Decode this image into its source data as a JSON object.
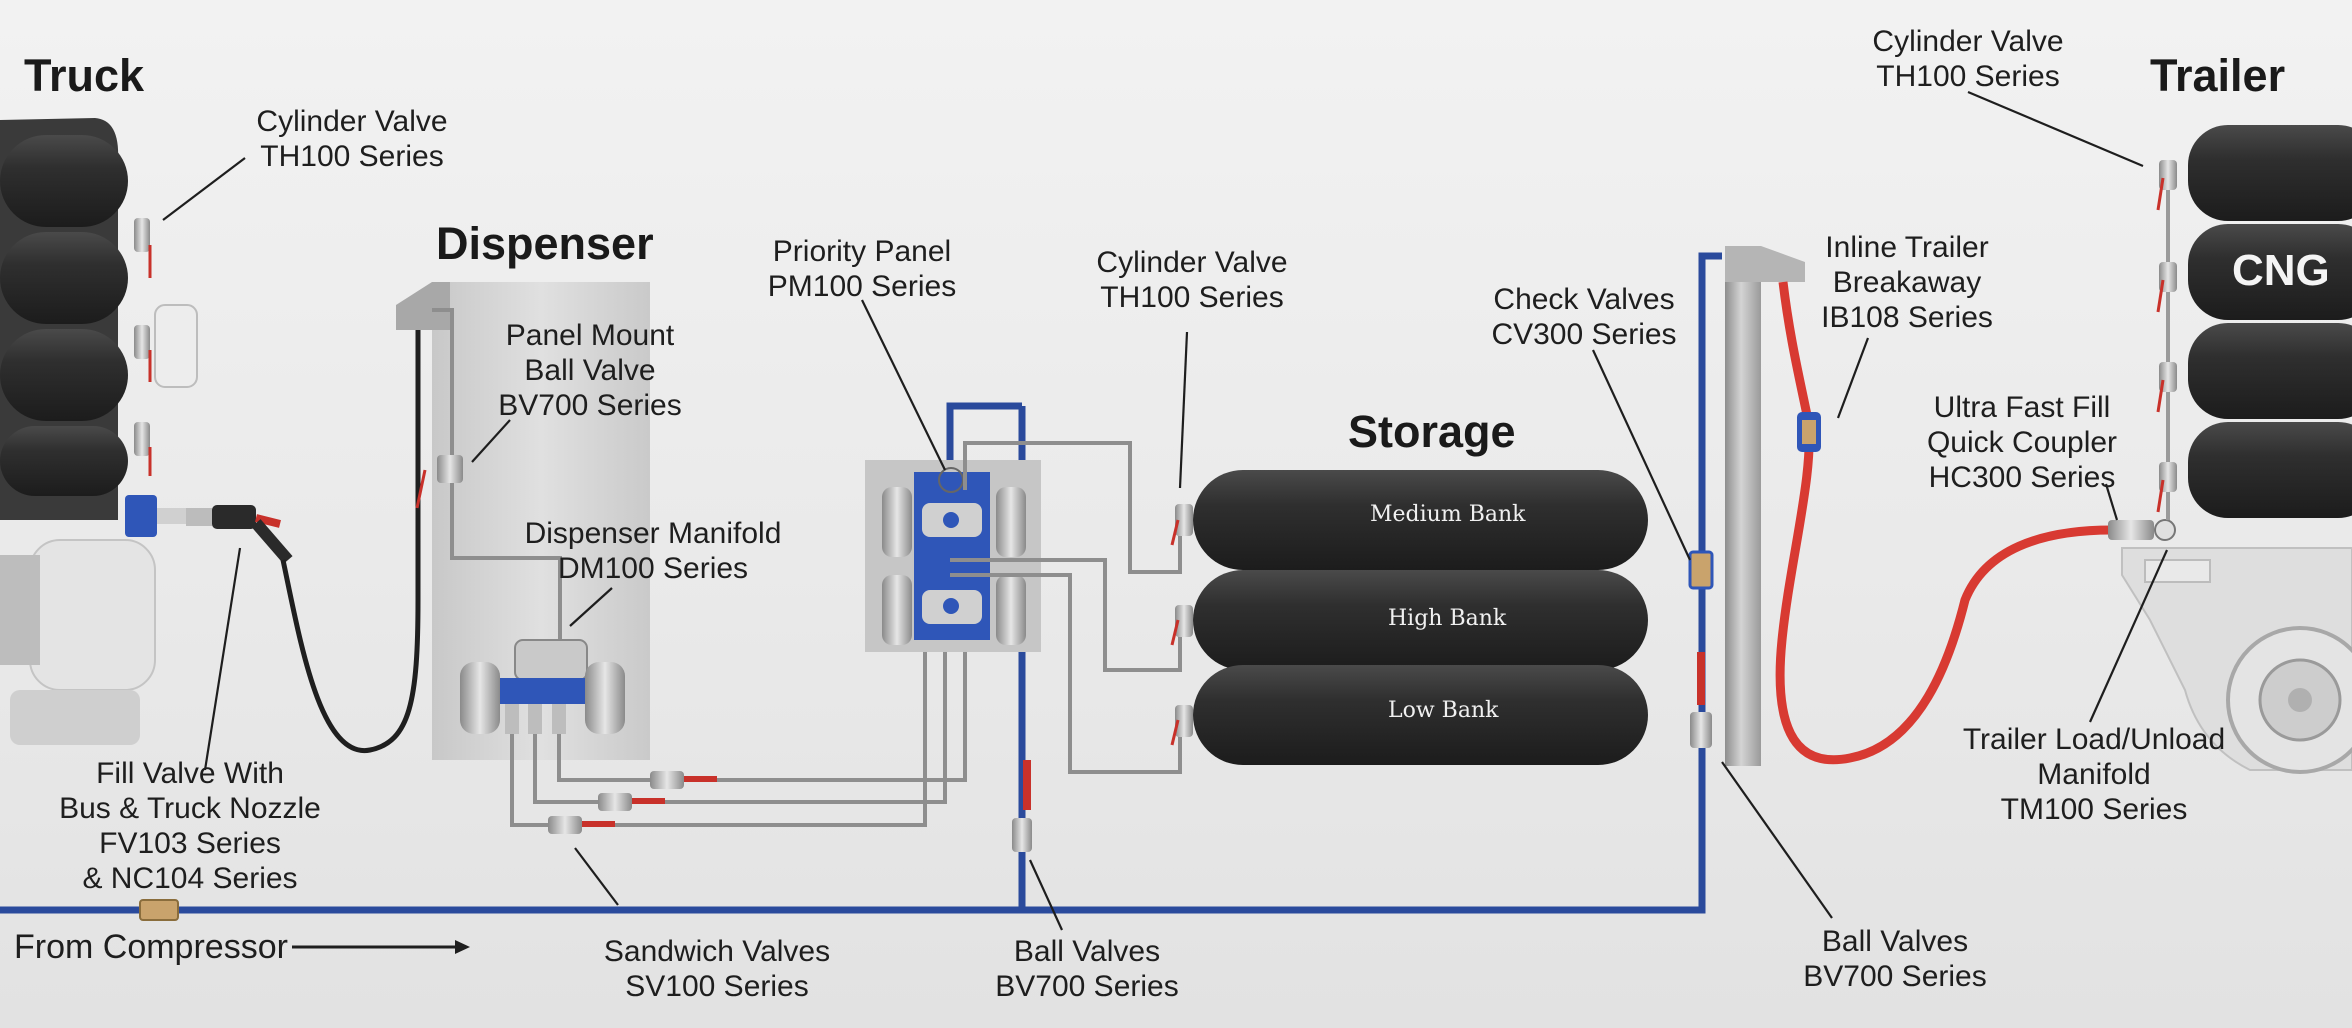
{
  "sections": {
    "truck": "Truck",
    "dispenser": "Dispenser",
    "storage": "Storage",
    "trailer": "Trailer"
  },
  "banks": {
    "medium": "Medium Bank",
    "high": "High Bank",
    "low": "Low Bank"
  },
  "tank_marking": "CNG",
  "compressor_label": "From Compressor",
  "labels": {
    "truck_cylinder_valve": [
      "Cylinder Valve",
      "TH100 Series"
    ],
    "fill_valve": [
      "Fill Valve With",
      "Bus & Truck Nozzle",
      "FV103 Series",
      "& NC104 Series"
    ],
    "panel_mount_ball_valve": [
      "Panel Mount",
      "Ball Valve",
      "BV700 Series"
    ],
    "dispenser_manifold": [
      "Dispenser Manifold",
      "DM100 Series"
    ],
    "sandwich_valves": [
      "Sandwich Valves",
      "SV100 Series"
    ],
    "priority_panel": [
      "Priority Panel",
      "PM100 Series"
    ],
    "storage_cylinder_valve": [
      "Cylinder Valve",
      "TH100 Series"
    ],
    "ball_valves_center": [
      "Ball Valves",
      "BV700 Series"
    ],
    "check_valves": [
      "Check Valves",
      "CV300 Series"
    ],
    "inline_breakaway": [
      "Inline Trailer",
      "Breakaway",
      "IB108 Series"
    ],
    "trailer_cylinder_valve": [
      "Cylinder Valve",
      "TH100 Series"
    ],
    "quick_coupler": [
      "Ultra Fast Fill",
      "Quick Coupler",
      "HC300 Series"
    ],
    "trailer_manifold": [
      "Trailer Load/Unload",
      "Manifold",
      "TM100 Series"
    ],
    "ball_valves_right": [
      "Ball Valves",
      "BV700 Series"
    ]
  },
  "colors": {
    "pipe_blue": "#2a4a9c",
    "hose_red": "#d83a32",
    "tank_dark": "#2d2d2d",
    "pipe_gray": "#8e8e8e",
    "manifold_blue": "#2f56b8"
  },
  "icons": [
    "cylinder-valve-icon",
    "ball-valve-icon",
    "check-valve-icon",
    "breakaway-icon",
    "quick-coupler-icon",
    "nozzle-icon",
    "manifold-icon",
    "arrow-right-icon"
  ]
}
